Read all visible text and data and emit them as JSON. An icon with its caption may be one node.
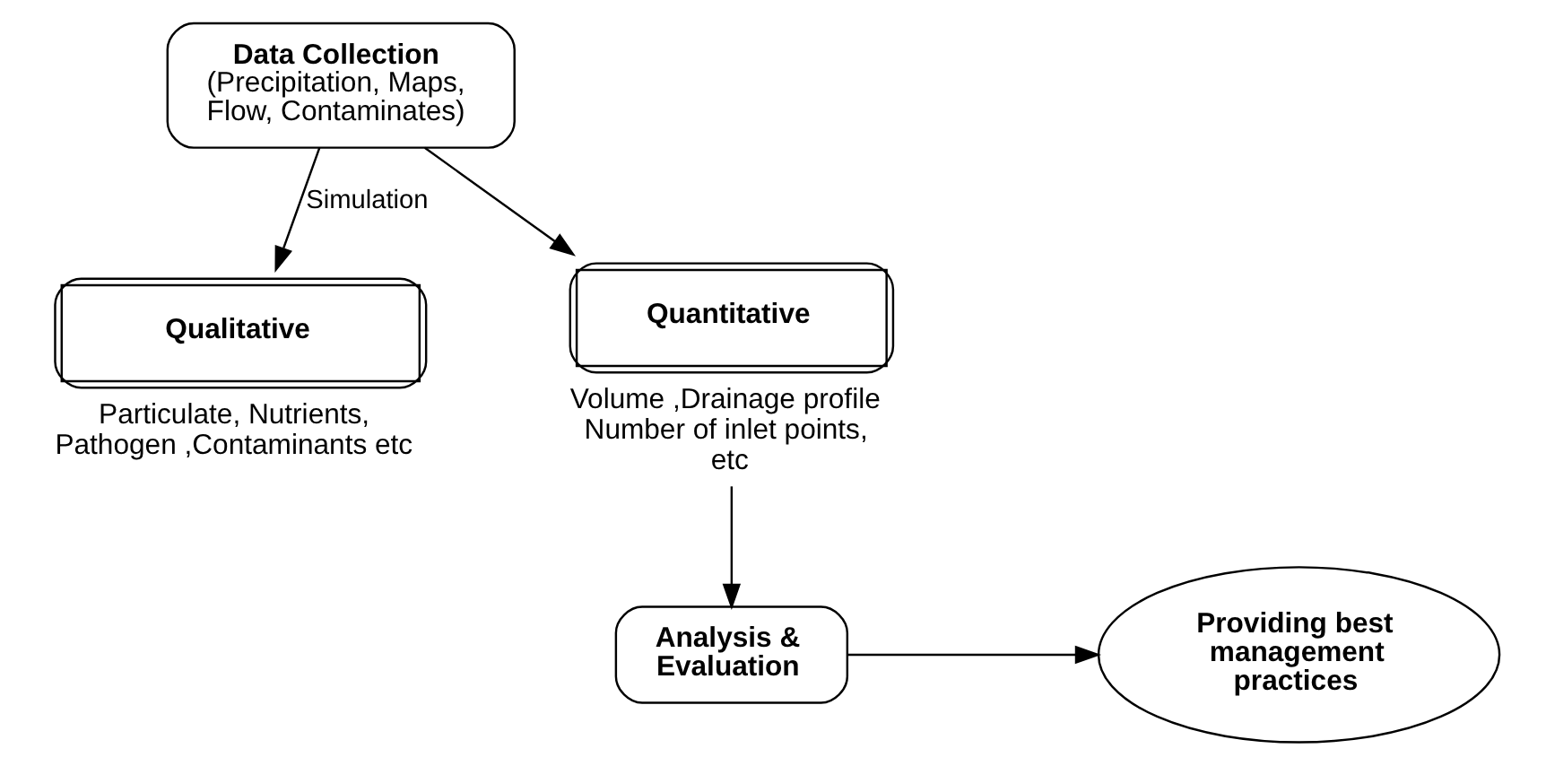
{
  "diagram": {
    "nodes": [
      {
        "text": [
          "Data Collection",
          "(Precipitation, Maps, Flow, Contaminates)"
        ]
      },
      {
        "text": [
          "Qualitative"
        ],
        "beside": [
          "Particulate, Nutrients, Pathogen ,Contaminants etc"
        ]
      },
      {
        "text": [
          "Quantitative"
        ],
        "beside": [
          "Volume ,Drainage profile Number of inlet points, etc"
        ]
      },
      {
        "text": [
          "Analysis & Evaluation"
        ]
      },
      {
        "text": [
          "Providing best management practices"
        ]
      }
    ],
    "edges": [
      {
        "from": 0,
        "to": 1,
        "arrow": "to",
        "label": "Simulation"
      },
      {
        "from": 0,
        "to": 2,
        "arrow": "to"
      },
      {
        "from": 2,
        "to": 3,
        "arrow": "to"
      },
      {
        "from": 3,
        "to": 4,
        "arrow": "to"
      }
    ]
  }
}
